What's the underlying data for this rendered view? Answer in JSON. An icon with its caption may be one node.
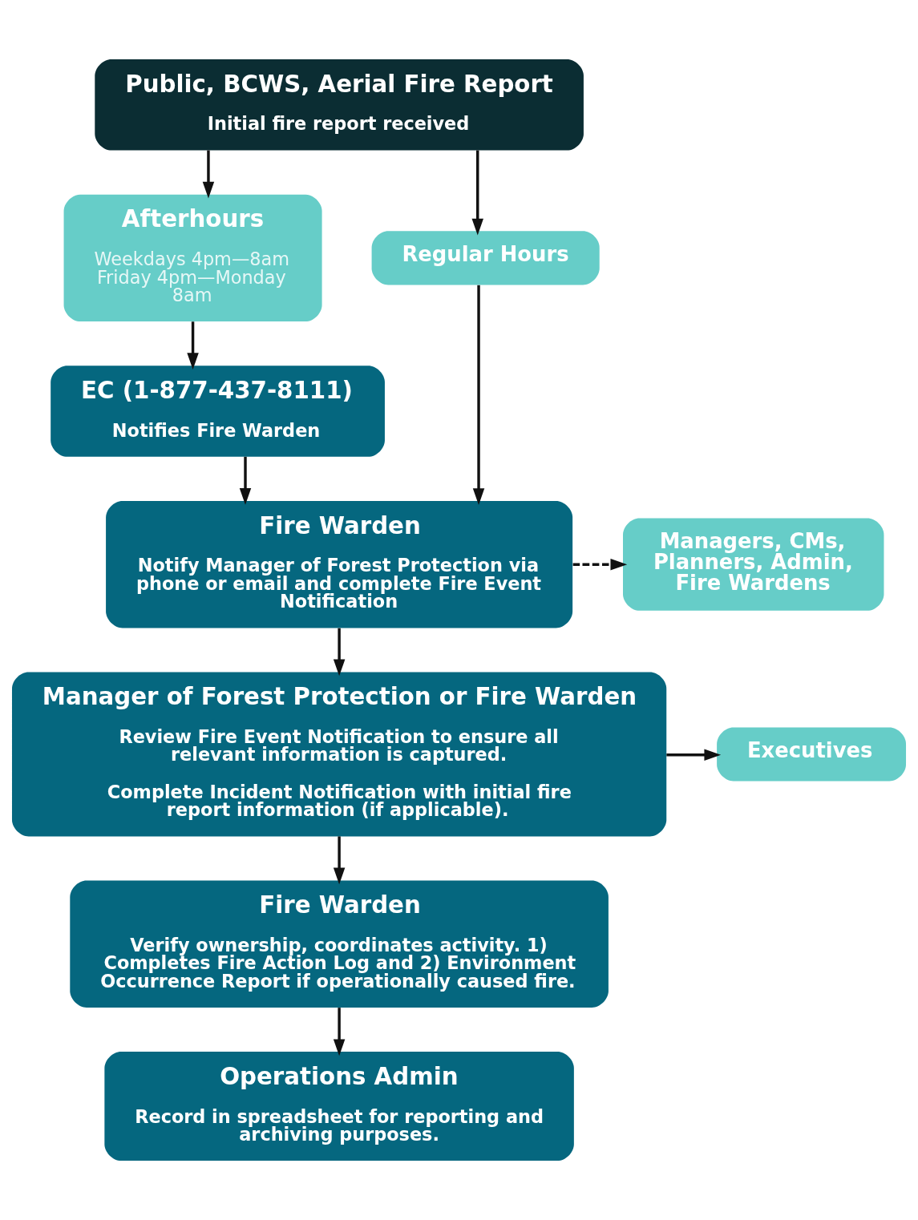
{
  "diagram": {
    "nodes": [
      {
        "text": [
          "Public, BCWS, Aerial Fire Report",
          "Initial fire report received"
        ]
      },
      {
        "text": [
          "Afterhours",
          "Weekdays 4pm—8am Friday 4pm—Monday 8am"
        ]
      },
      {
        "text": [
          "Regular Hours"
        ]
      },
      {
        "text": [
          "EC (1-877-437-8111)",
          "Notifies Fire Warden"
        ]
      },
      {
        "text": [
          "Fire Warden",
          "Notify Manager of Forest Protection via phone or email and complete Fire Event Notification"
        ]
      },
      {
        "text": [
          "Managers, CMs, Planners, Admin, Fire Wardens"
        ]
      },
      {
        "text": [
          "Manager of Forest Protection or Fire Warden",
          "Review Fire Event Notification to ensure all relevant information is captured.",
          "Complete Incident Notification with initial fire report information (if applicable)."
        ]
      },
      {
        "text": [
          "Executives"
        ]
      },
      {
        "text": [
          "Fire Warden",
          "Verify ownership, coordinates activity. 1) Completes Fire Action Log and 2) Environment Occurrence Report if operationally caused fire."
        ]
      },
      {
        "text": [
          "Operations Admin",
          "Record in spreadsheet for reporting and archiving purposes."
        ]
      }
    ],
    "edges": [
      {
        "from": 0,
        "to": 1,
        "arrow": "to"
      },
      {
        "from": 0,
        "to": 2,
        "arrow": "to"
      },
      {
        "from": 1,
        "to": 3,
        "arrow": "to"
      },
      {
        "from": 3,
        "to": 4,
        "arrow": "to"
      },
      {
        "from": 2,
        "to": 4,
        "arrow": "to"
      },
      {
        "from": 4,
        "to": 5,
        "arrow": "to",
        "style": "dashed"
      },
      {
        "from": 4,
        "to": 6,
        "arrow": "to"
      },
      {
        "from": 6,
        "to": 7,
        "arrow": "to"
      },
      {
        "from": 6,
        "to": 8,
        "arrow": "to"
      },
      {
        "from": 8,
        "to": 9,
        "arrow": "to"
      }
    ]
  }
}
